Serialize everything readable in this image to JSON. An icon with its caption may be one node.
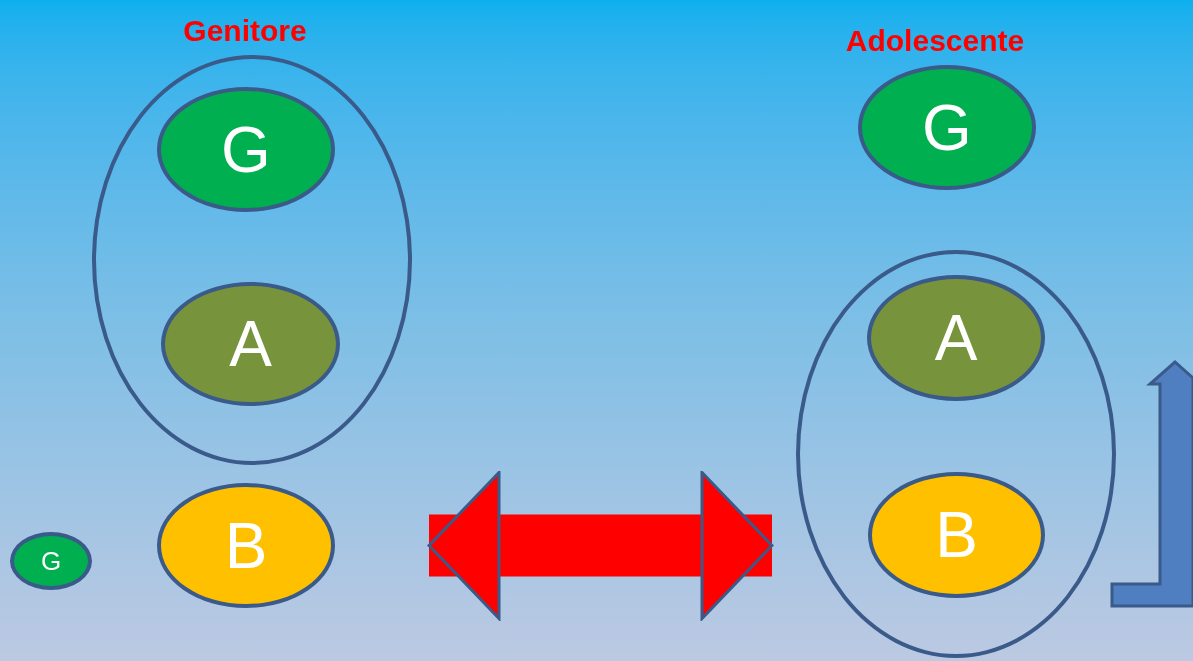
{
  "diagram": {
    "nodes": [
      {
        "text": [],
        "shape": "ellipse"
      },
      {
        "text": [
          "G"
        ],
        "in": 0
      },
      {
        "text": [
          "A"
        ],
        "in": 0
      },
      {
        "text": [
          "B"
        ]
      },
      {
        "text": [
          "G"
        ]
      },
      {
        "text": [
          "G"
        ]
      },
      {
        "text": [],
        "shape": "ellipse"
      },
      {
        "text": [
          "A"
        ],
        "in": 6
      },
      {
        "text": [
          "B"
        ],
        "in": 6
      }
    ],
    "edges": [
      {
        "from": 3,
        "to": 6,
        "arrow": "both"
      }
    ],
    "labels": [
      "Genitore",
      "Adolescente"
    ]
  }
}
